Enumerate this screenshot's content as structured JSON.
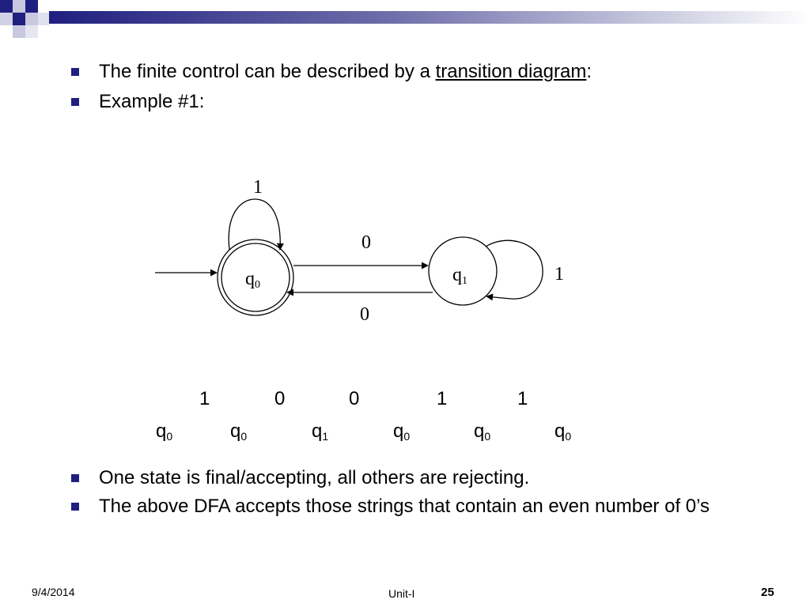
{
  "bullets_top": [
    {
      "prefix": "The finite control can be described by a ",
      "link": "transition diagram",
      "suffix": ":"
    },
    {
      "text": "Example #1:"
    }
  ],
  "diagram": {
    "states": [
      {
        "id": "q0",
        "base": "q",
        "sub": "0",
        "start": true,
        "accepting": true
      },
      {
        "id": "q1",
        "base": "q",
        "sub": "1",
        "start": false,
        "accepting": false
      }
    ],
    "transitions": [
      {
        "from": "q0",
        "to": "q0",
        "label": "1"
      },
      {
        "from": "q0",
        "to": "q1",
        "label": "0"
      },
      {
        "from": "q1",
        "to": "q0",
        "label": "0"
      },
      {
        "from": "q1",
        "to": "q1",
        "label": "1"
      }
    ]
  },
  "trace": {
    "inputs": [
      "1",
      "0",
      "0",
      "1",
      "1"
    ],
    "states": [
      {
        "base": "q",
        "sub": "0"
      },
      {
        "base": "q",
        "sub": "0"
      },
      {
        "base": "q",
        "sub": "1"
      },
      {
        "base": "q",
        "sub": "0"
      },
      {
        "base": "q",
        "sub": "0"
      },
      {
        "base": "q",
        "sub": "0"
      }
    ]
  },
  "bullets_bottom": [
    {
      "text": "One state is final/accepting, all others are rejecting."
    },
    {
      "text": "The above DFA accepts those strings that contain an even number of 0’s"
    }
  ],
  "footer": {
    "date": "9/4/2014",
    "center": "Unit-I",
    "page": "25"
  },
  "colors": {
    "bullet": "#1f1f80",
    "header_dark": "#1f1f80",
    "header_light": "#c0c0d8"
  }
}
